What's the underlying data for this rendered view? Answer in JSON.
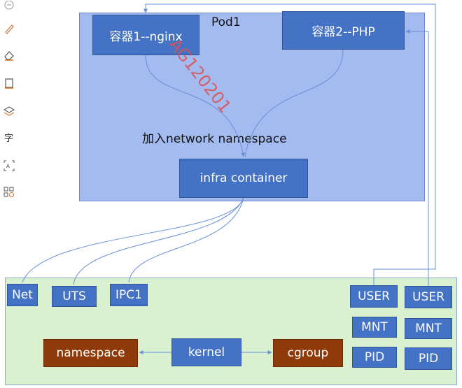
{
  "pod": {
    "title": "Pod1"
  },
  "containers": {
    "nginx": "容器1--nginx",
    "php": "容器2--PHP",
    "infra": "infra container"
  },
  "join_label": "加入network namespace",
  "watermark": "AG120201",
  "namespaces": {
    "net": "Net",
    "uts": "UTS",
    "ipc": "IPC1",
    "user1": "USER",
    "user2": "USER",
    "mnt1": "MNT",
    "mnt2": "MNT",
    "pid1": "PID",
    "pid2": "PID"
  },
  "kernel_row": {
    "namespace": "namespace",
    "kernel": "kernel",
    "cgroup": "cgroup"
  },
  "toolbar": {
    "icons": [
      "circle-icon",
      "pen-icon",
      "eraser-icon",
      "frame-icon",
      "layers-icon",
      "text-icon",
      "ocr-icon",
      "apps-icon"
    ]
  },
  "colors": {
    "pod_bg": "#a3bbef",
    "node_bg": "#d9f1ce",
    "box_blue": "#4472c4",
    "box_brown": "#8e3a09",
    "line": "#6a8fd8"
  }
}
